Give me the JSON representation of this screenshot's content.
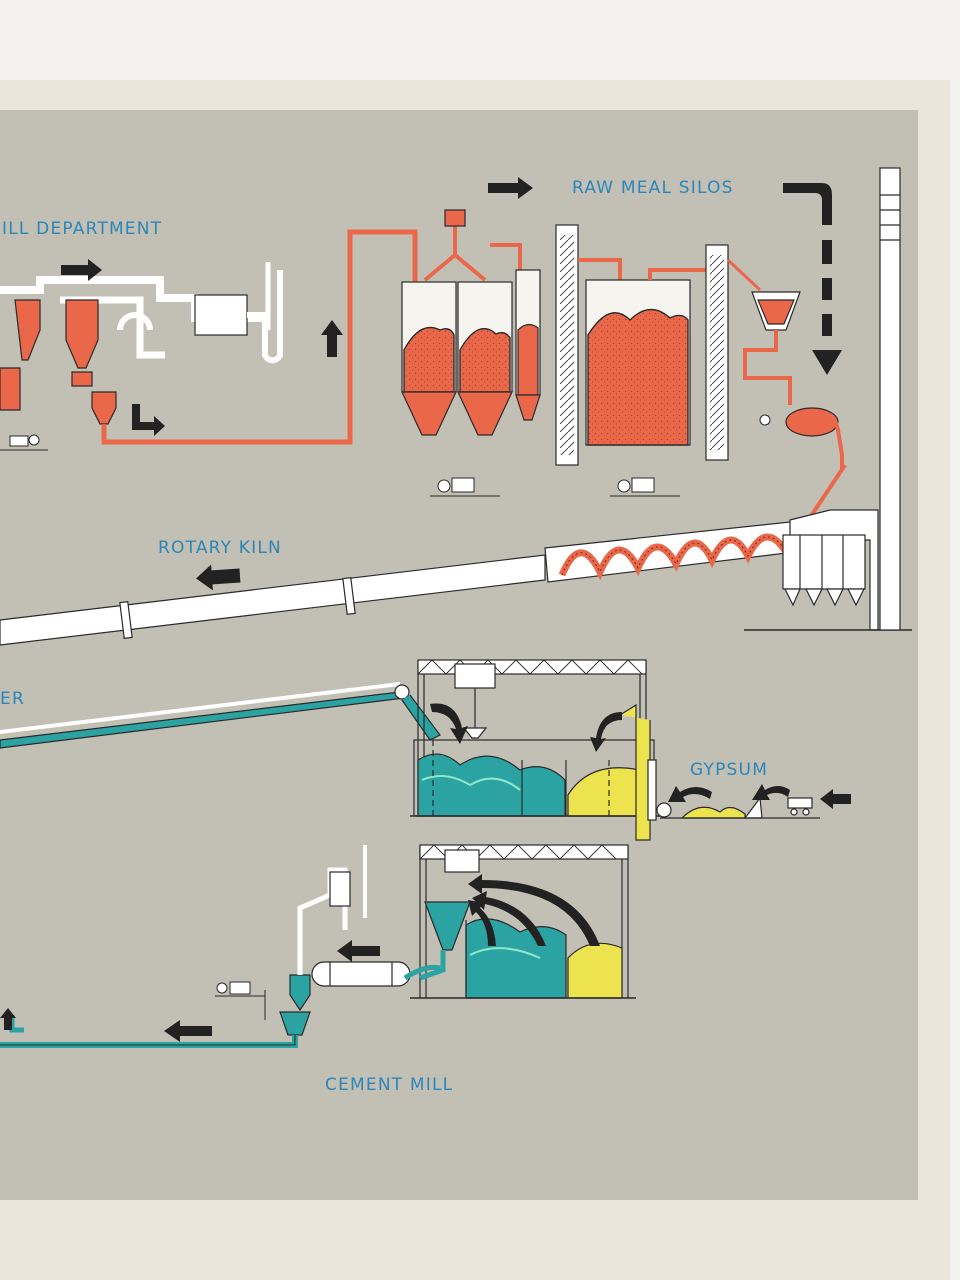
{
  "labels": {
    "mill_department": "ILL DEPARTMENT",
    "raw_meal_silos": "RAW MEAL SILOS",
    "rotary_kiln": "ROTARY KILN",
    "cooler": "ER",
    "gypsum": "GYPSUM",
    "cement_mill": "CEMENT MILL"
  },
  "colors": {
    "board": "#c2bfb5",
    "raw_meal": "#ea6849",
    "clinker": "#2aa3a2",
    "gypsum": "#ece34e",
    "structure": "#ffffff",
    "outline": "#2a2a2a",
    "label": "#2e86b8"
  }
}
